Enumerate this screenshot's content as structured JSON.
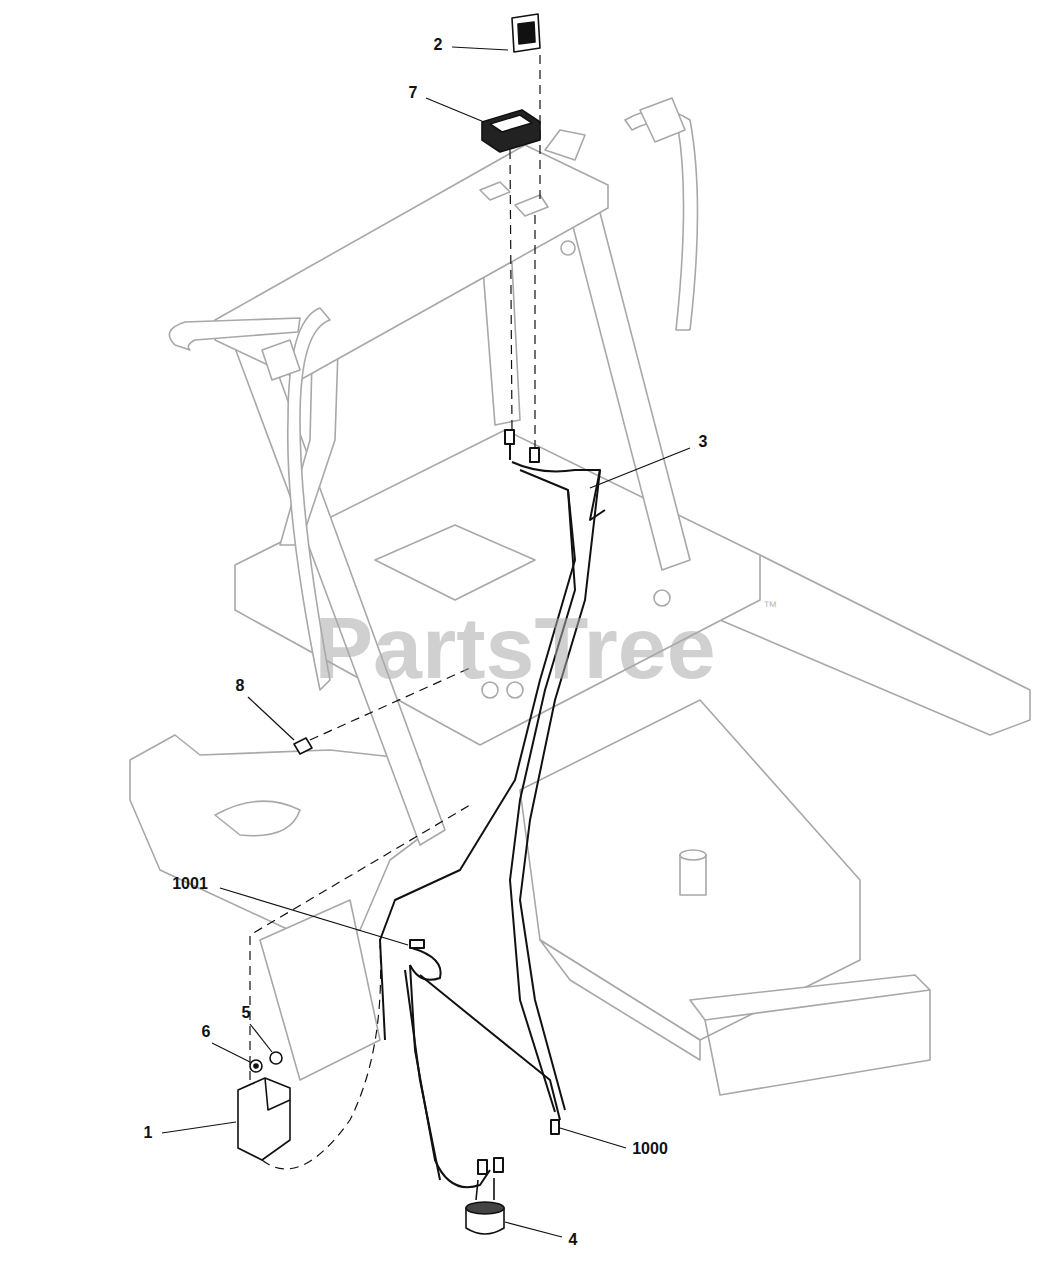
{
  "diagram": {
    "labels": [
      "2",
      "7",
      "3",
      "8",
      "1001",
      "5",
      "6",
      "1",
      "1000",
      "4",
      "PartsTree",
      "™"
    ]
  }
}
